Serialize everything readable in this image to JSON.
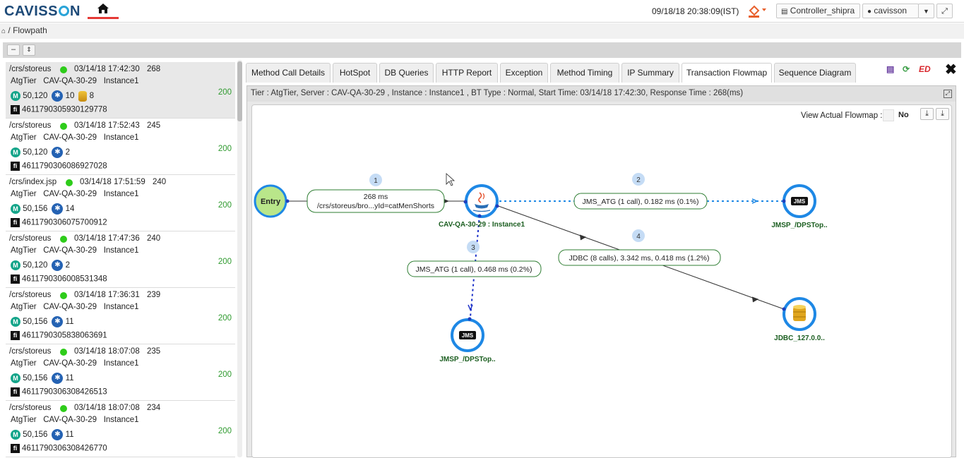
{
  "header": {
    "logo_text_left": "CAVISS",
    "logo_text_right": "N",
    "datetime": "09/18/18 20:38:09(IST)",
    "controller": "Controller_shipra",
    "user": "cavisson"
  },
  "breadcrumb": {
    "label": "Flowpath"
  },
  "flowpaths": [
    {
      "url": "/crs/storeus",
      "timestamp": "03/14/18 17:42:30",
      "response": "268",
      "tier": "AtgTier",
      "server": "CAV-QA-30-29",
      "instance": "Instance1",
      "methods": "50,120",
      "network_calls": "10",
      "db_calls": "8",
      "status": "200",
      "fpi": "4611790305930129778"
    },
    {
      "url": "/crs/storeus",
      "timestamp": "03/14/18 17:52:43",
      "response": "245",
      "tier": "AtgTier",
      "server": "CAV-QA-30-29",
      "instance": "Instance1",
      "methods": "50,120",
      "network_calls": "2",
      "db_calls": "",
      "status": "200",
      "fpi": "4611790306086927028"
    },
    {
      "url": "/crs/index.jsp",
      "timestamp": "03/14/18 17:51:59",
      "response": "240",
      "tier": "AtgTier",
      "server": "CAV-QA-30-29",
      "instance": "Instance1",
      "methods": "50,156",
      "network_calls": "14",
      "db_calls": "",
      "status": "200",
      "fpi": "4611790306075700912"
    },
    {
      "url": "/crs/storeus",
      "timestamp": "03/14/18 17:47:36",
      "response": "240",
      "tier": "AtgTier",
      "server": "CAV-QA-30-29",
      "instance": "Instance1",
      "methods": "50,120",
      "network_calls": "2",
      "db_calls": "",
      "status": "200",
      "fpi": "4611790306008531348"
    },
    {
      "url": "/crs/storeus",
      "timestamp": "03/14/18 17:36:31",
      "response": "239",
      "tier": "AtgTier",
      "server": "CAV-QA-30-29",
      "instance": "Instance1",
      "methods": "50,156",
      "network_calls": "11",
      "db_calls": "",
      "status": "200",
      "fpi": "4611790305838063691"
    },
    {
      "url": "/crs/storeus",
      "timestamp": "03/14/18 18:07:08",
      "response": "235",
      "tier": "AtgTier",
      "server": "CAV-QA-30-29",
      "instance": "Instance1",
      "methods": "50,156",
      "network_calls": "11",
      "db_calls": "",
      "status": "200",
      "fpi": "4611790306308426513"
    },
    {
      "url": "/crs/storeus",
      "timestamp": "03/14/18 18:07:08",
      "response": "234",
      "tier": "AtgTier",
      "server": "CAV-QA-30-29",
      "instance": "Instance1",
      "methods": "50,156",
      "network_calls": "11",
      "db_calls": "",
      "status": "200",
      "fpi": "4611790306308426770"
    }
  ],
  "tabs": [
    {
      "label": "Method Call Details"
    },
    {
      "label": "HotSpot"
    },
    {
      "label": "DB Queries"
    },
    {
      "label": "HTTP Report"
    },
    {
      "label": "Exception"
    },
    {
      "label": "Method Timing"
    },
    {
      "label": "IP Summary"
    },
    {
      "label": "Transaction Flowmap",
      "active": true
    },
    {
      "label": "Sequence Diagram"
    }
  ],
  "info_bar": "Tier : AtgTier,  Server : CAV-QA-30-29 ,  Instance : Instance1 ,  BT Type : Normal, Start Time: 03/14/18 17:42:30, Response Time : 268(ms)",
  "flowmap": {
    "view_actual_label": "View Actual Flowmap :",
    "view_actual_value": "No",
    "entry_label": "Entry",
    "center_node_label": "CAV-QA-30-29 : Instance1",
    "jms_right_label": "JMSP_/DPSTop..",
    "jms_bottom_label": "JMSP_/DPSTop..",
    "jdbc_label": "JDBC_127.0.0..",
    "jms_icon_text": "JMS",
    "edge1": {
      "number": "1",
      "line1": "268 ms",
      "line2": "/crs/storeus/bro...yId=catMenShorts"
    },
    "edge2": {
      "number": "2",
      "label": "JMS_ATG (1 call), 0.182 ms (0.1%)"
    },
    "edge3": {
      "number": "3",
      "label": "JMS_ATG (1 call), 0.468 ms (0.2%)"
    },
    "edge4": {
      "number": "4",
      "label": "JDBC (8 calls), 3.342 ms, 0.418 ms (1.2%)"
    }
  },
  "icons": {
    "home": "home-icon",
    "paint": "paint-bucket-icon",
    "close": "close-icon",
    "cursor": "mouse-cursor-icon"
  },
  "colors": {
    "status_green": "#2ecc1a",
    "node_border": "#1e88e5",
    "entry_fill": "#b9e68a",
    "edge_label_border": "#2e7d32",
    "edge_number_bg": "#c5dcf5",
    "node_label_green": "#1b5e20"
  }
}
